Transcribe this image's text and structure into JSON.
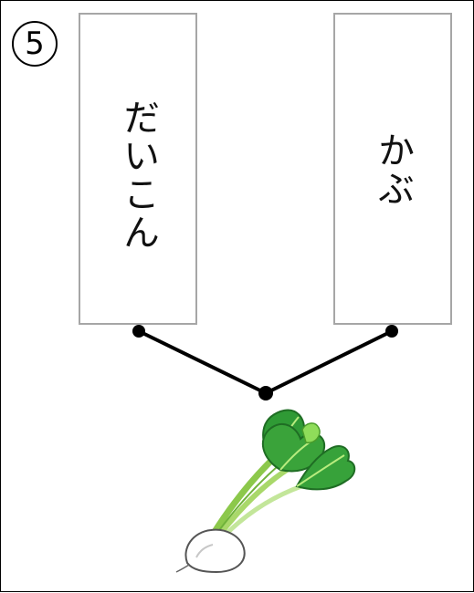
{
  "question": {
    "number": "5"
  },
  "choices": [
    {
      "text": "だいこん"
    },
    {
      "text": "かぶ"
    }
  ],
  "picture": {
    "icon": "turnip-icon"
  },
  "colors": {
    "card_border": "#a6a6a6",
    "line": "#000000",
    "leaf_green": "#3aa33a",
    "leaf_light": "#8fdc5a",
    "stem": "#bfe08a"
  }
}
